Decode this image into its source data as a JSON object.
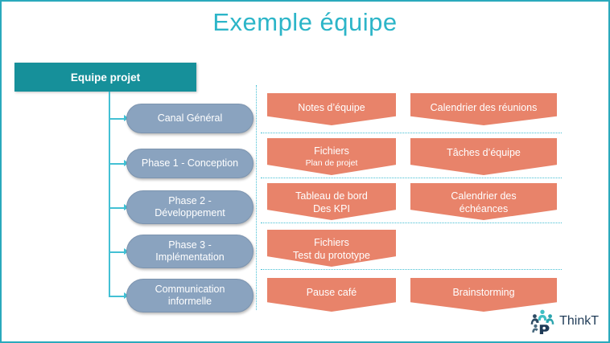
{
  "slide": {
    "title": "Exemple équipe",
    "border_color": "#2AA9BC",
    "background": "#ffffff"
  },
  "colors": {
    "title": "#2CB5C8",
    "root_box": "#16909A",
    "node_pill": "#8AA3BF",
    "card": "#E8836A",
    "connector": "#43C0D4",
    "divider": "#45BFD4",
    "logo_text": "#1F3B57"
  },
  "root": {
    "label": "Equipe projet"
  },
  "nodes": [
    {
      "label": "Canal Général",
      "lines": [
        "Canal Général"
      ]
    },
    {
      "label": "Phase 1 - Conception",
      "lines": [
        "Phase 1 - Conception"
      ]
    },
    {
      "label": "Phase 2 - Développement",
      "lines": [
        "Phase 2 -",
        "Développement"
      ]
    },
    {
      "label": "Phase 3 - Implémentation",
      "lines": [
        "Phase 3 -",
        "Implémentation"
      ]
    },
    {
      "label": "Communication informelle",
      "lines": [
        "Communication",
        "informelle"
      ]
    }
  ],
  "rows": [
    {
      "left": {
        "line1": "Notes d’équipe",
        "line2": ""
      },
      "right": {
        "line1": "Calendrier des réunions",
        "line2": ""
      }
    },
    {
      "left": {
        "line1": "Fichiers",
        "line2": "Plan de projet"
      },
      "right": {
        "line1": "Tâches d’équipe",
        "line2": ""
      }
    },
    {
      "left": {
        "line1": "Tableau de bord",
        "line2": "Des KPI"
      },
      "right": {
        "line1": "Calendrier des",
        "line2": "échéances"
      }
    },
    {
      "left": {
        "line1": "Fichiers",
        "line2": "Test du prototype"
      },
      "right": null
    },
    {
      "left": {
        "line1": "Pause café",
        "line2": ""
      },
      "right": {
        "line1": "Brainstorming",
        "line2": ""
      }
    }
  ],
  "logo": {
    "text": "ThinkT",
    "mark": "people-circle-logo"
  }
}
